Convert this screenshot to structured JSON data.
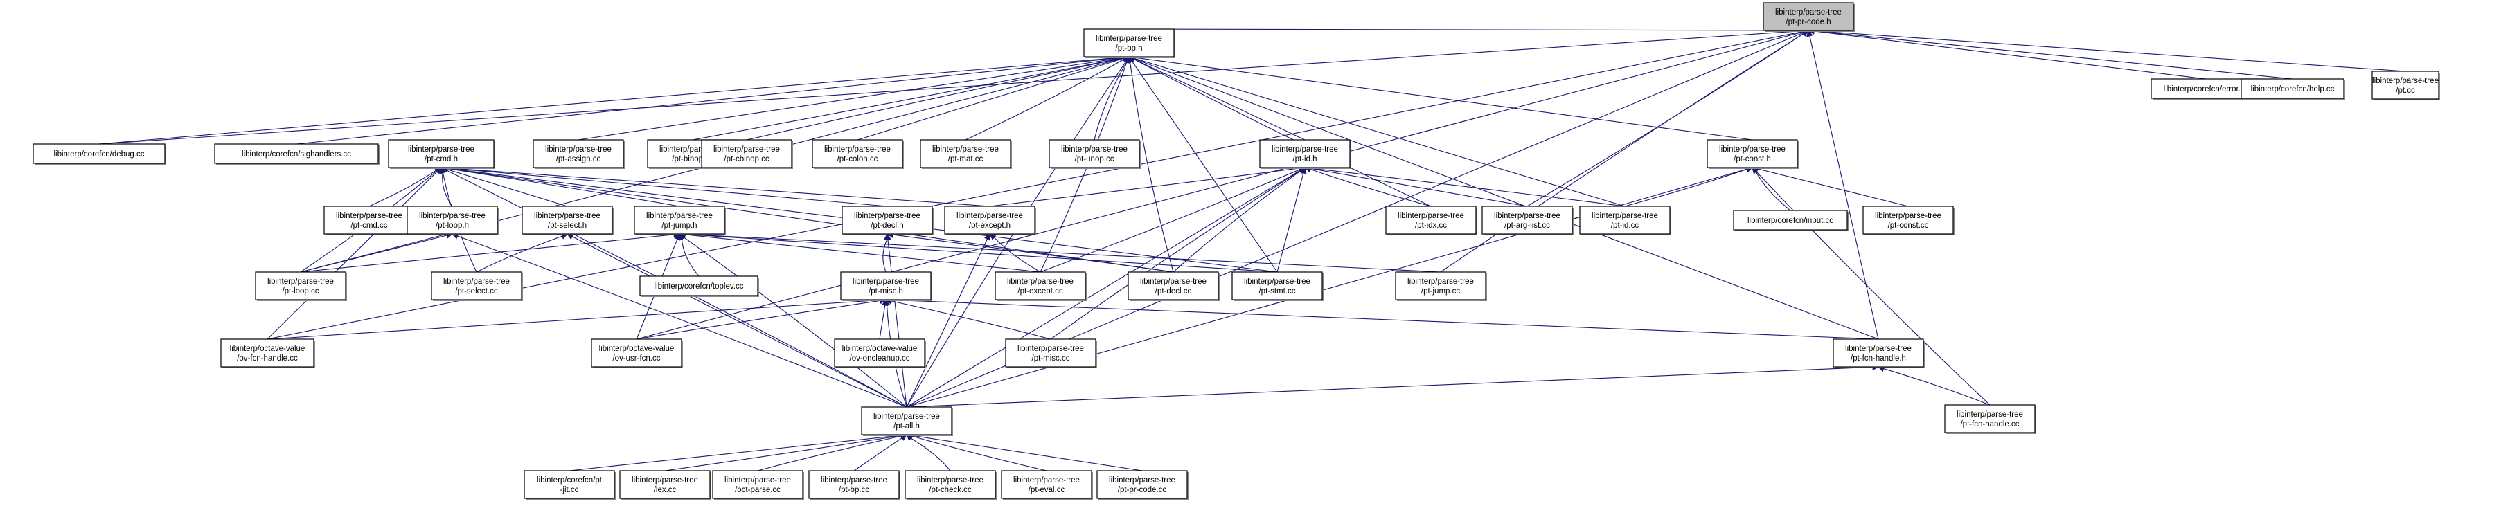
{
  "title": "Include dependency graph for libinterp/parse-tree/pt-pr-code.h",
  "colors": {
    "edge": "#191970",
    "root_fill": "#bfbfbf",
    "node_fill": "#ffffff",
    "border": "#000000"
  },
  "nodes": [
    {
      "id": "pr_code_h",
      "lines": [
        "libinterp/parse-tree",
        "/pt-pr-code.h"
      ],
      "root": true
    },
    {
      "id": "bp_h",
      "lines": [
        "libinterp/parse-tree",
        "/pt-bp.h"
      ]
    },
    {
      "id": "error_cc",
      "lines": [
        "libinterp/corefcn/error.cc"
      ]
    },
    {
      "id": "help_cc",
      "lines": [
        "libinterp/corefcn/help.cc"
      ]
    },
    {
      "id": "pt_cc",
      "lines": [
        "libinterp/parse-tree",
        "/pt.cc"
      ]
    },
    {
      "id": "debug_cc",
      "lines": [
        "libinterp/corefcn/debug.cc"
      ]
    },
    {
      "id": "sighandlers_cc",
      "lines": [
        "libinterp/corefcn/sighandlers.cc"
      ]
    },
    {
      "id": "cmd_h",
      "lines": [
        "libinterp/parse-tree",
        "/pt-cmd.h"
      ]
    },
    {
      "id": "assign_cc",
      "lines": [
        "libinterp/parse-tree",
        "/pt-assign.cc"
      ]
    },
    {
      "id": "binop_cc",
      "lines": [
        "libinterp/parse-tree",
        "/pt-binop.cc"
      ]
    },
    {
      "id": "cbinop_cc",
      "lines": [
        "libinterp/parse-tree",
        "/pt-cbinop.cc"
      ]
    },
    {
      "id": "colon_cc",
      "lines": [
        "libinterp/parse-tree",
        "/pt-colon.cc"
      ]
    },
    {
      "id": "mat_cc",
      "lines": [
        "libinterp/parse-tree",
        "/pt-mat.cc"
      ]
    },
    {
      "id": "unop_cc",
      "lines": [
        "libinterp/parse-tree",
        "/pt-unop.cc"
      ]
    },
    {
      "id": "id_h",
      "lines": [
        "libinterp/parse-tree",
        "/pt-id.h"
      ]
    },
    {
      "id": "const_h",
      "lines": [
        "libinterp/parse-tree",
        "/pt-const.h"
      ]
    },
    {
      "id": "cmd_cc",
      "lines": [
        "libinterp/parse-tree",
        "/pt-cmd.cc"
      ]
    },
    {
      "id": "loop_h",
      "lines": [
        "libinterp/parse-tree",
        "/pt-loop.h"
      ]
    },
    {
      "id": "select_h",
      "lines": [
        "libinterp/parse-tree",
        "/pt-select.h"
      ]
    },
    {
      "id": "jump_h",
      "lines": [
        "libinterp/parse-tree",
        "/pt-jump.h"
      ]
    },
    {
      "id": "decl_h",
      "lines": [
        "libinterp/parse-tree",
        "/pt-decl.h"
      ]
    },
    {
      "id": "except_h",
      "lines": [
        "libinterp/parse-tree",
        "/pt-except.h"
      ]
    },
    {
      "id": "idx_cc",
      "lines": [
        "libinterp/parse-tree",
        "/pt-idx.cc"
      ]
    },
    {
      "id": "arg_list_cc",
      "lines": [
        "libinterp/parse-tree",
        "/pt-arg-list.cc"
      ]
    },
    {
      "id": "id_cc",
      "lines": [
        "libinterp/parse-tree",
        "/pt-id.cc"
      ]
    },
    {
      "id": "input_cc",
      "lines": [
        "libinterp/corefcn/input.cc"
      ]
    },
    {
      "id": "const_cc",
      "lines": [
        "libinterp/parse-tree",
        "/pt-const.cc"
      ]
    },
    {
      "id": "loop_cc",
      "lines": [
        "libinterp/parse-tree",
        "/pt-loop.cc"
      ]
    },
    {
      "id": "select_cc",
      "lines": [
        "libinterp/parse-tree",
        "/pt-select.cc"
      ]
    },
    {
      "id": "toplev_cc",
      "lines": [
        "libinterp/corefcn/toplev.cc"
      ]
    },
    {
      "id": "misc_h",
      "lines": [
        "libinterp/parse-tree",
        "/pt-misc.h"
      ]
    },
    {
      "id": "except_cc",
      "lines": [
        "libinterp/parse-tree",
        "/pt-except.cc"
      ]
    },
    {
      "id": "decl_cc",
      "lines": [
        "libinterp/parse-tree",
        "/pt-decl.cc"
      ]
    },
    {
      "id": "stmt_cc",
      "lines": [
        "libinterp/parse-tree",
        "/pt-stmt.cc"
      ]
    },
    {
      "id": "jump_cc",
      "lines": [
        "libinterp/parse-tree",
        "/pt-jump.cc"
      ]
    },
    {
      "id": "ov_fcn_handle_cc",
      "lines": [
        "libinterp/octave-value",
        "/ov-fcn-handle.cc"
      ]
    },
    {
      "id": "ov_usr_fcn_cc",
      "lines": [
        "libinterp/octave-value",
        "/ov-usr-fcn.cc"
      ]
    },
    {
      "id": "ov_oncleanup_cc",
      "lines": [
        "libinterp/octave-value",
        "/ov-oncleanup.cc"
      ]
    },
    {
      "id": "misc_cc",
      "lines": [
        "libinterp/parse-tree",
        "/pt-misc.cc"
      ]
    },
    {
      "id": "fcn_handle_h",
      "lines": [
        "libinterp/parse-tree",
        "/pt-fcn-handle.h"
      ]
    },
    {
      "id": "all_h",
      "lines": [
        "libinterp/parse-tree",
        "/pt-all.h"
      ]
    },
    {
      "id": "fcn_handle_cc",
      "lines": [
        "libinterp/parse-tree",
        "/pt-fcn-handle.cc"
      ]
    },
    {
      "id": "jit_cc",
      "lines": [
        "libinterp/corefcn/pt",
        "-jit.cc"
      ]
    },
    {
      "id": "lex_cc",
      "lines": [
        "libinterp/parse-tree",
        "/lex.cc"
      ]
    },
    {
      "id": "oct_parse_cc",
      "lines": [
        "libinterp/parse-tree",
        "/oct-parse.cc"
      ]
    },
    {
      "id": "bp_cc",
      "lines": [
        "libinterp/parse-tree",
        "/pt-bp.cc"
      ]
    },
    {
      "id": "check_cc",
      "lines": [
        "libinterp/parse-tree",
        "/pt-check.cc"
      ]
    },
    {
      "id": "eval_cc",
      "lines": [
        "libinterp/parse-tree",
        "/pt-eval.cc"
      ]
    },
    {
      "id": "pr_code_cc",
      "lines": [
        "libinterp/parse-tree",
        "/pt-pr-code.cc"
      ]
    }
  ],
  "edges": [
    [
      "bp_h",
      "pr_code_h"
    ],
    [
      "error_cc",
      "pr_code_h"
    ],
    [
      "help_cc",
      "pr_code_h"
    ],
    [
      "pt_cc",
      "pr_code_h"
    ],
    [
      "debug_cc",
      "pr_code_h"
    ],
    [
      "arg_list_cc",
      "pr_code_h"
    ],
    [
      "jump_cc",
      "pr_code_h"
    ],
    [
      "fcn_handle_h",
      "pr_code_h"
    ],
    [
      "ov_fcn_handle_cc",
      "pr_code_h"
    ],
    [
      "ov_usr_fcn_cc",
      "pr_code_h"
    ],
    [
      "all_h",
      "pr_code_h"
    ],
    [
      "debug_cc",
      "bp_h"
    ],
    [
      "sighandlers_cc",
      "bp_h"
    ],
    [
      "assign_cc",
      "bp_h"
    ],
    [
      "binop_cc",
      "bp_h"
    ],
    [
      "cbinop_cc",
      "bp_h"
    ],
    [
      "colon_cc",
      "bp_h"
    ],
    [
      "mat_cc",
      "bp_h"
    ],
    [
      "unop_cc",
      "bp_h"
    ],
    [
      "id_h",
      "bp_h"
    ],
    [
      "const_h",
      "bp_h"
    ],
    [
      "idx_cc",
      "bp_h"
    ],
    [
      "id_cc",
      "bp_h"
    ],
    [
      "except_cc",
      "bp_h"
    ],
    [
      "decl_cc",
      "bp_h"
    ],
    [
      "stmt_cc",
      "bp_h"
    ],
    [
      "loop_cc",
      "bp_h"
    ],
    [
      "all_h",
      "bp_h"
    ],
    [
      "fcn_handle_h",
      "bp_h"
    ],
    [
      "cmd_cc",
      "cmd_h"
    ],
    [
      "loop_h",
      "cmd_h"
    ],
    [
      "select_h",
      "cmd_h"
    ],
    [
      "jump_h",
      "cmd_h"
    ],
    [
      "decl_h",
      "cmd_h"
    ],
    [
      "except_h",
      "cmd_h"
    ],
    [
      "loop_cc",
      "cmd_h"
    ],
    [
      "select_cc",
      "cmd_h"
    ],
    [
      "ov_fcn_handle_cc",
      "cmd_h"
    ],
    [
      "all_h",
      "cmd_h"
    ],
    [
      "stmt_cc",
      "cmd_h"
    ],
    [
      "decl_cc",
      "cmd_h"
    ],
    [
      "except_h",
      "id_h"
    ],
    [
      "idx_cc",
      "id_h"
    ],
    [
      "arg_list_cc",
      "id_h"
    ],
    [
      "id_cc",
      "id_h"
    ],
    [
      "decl_cc",
      "id_h"
    ],
    [
      "stmt_cc",
      "id_h"
    ],
    [
      "except_cc",
      "id_h"
    ],
    [
      "misc_cc",
      "id_h"
    ],
    [
      "all_h",
      "id_h"
    ],
    [
      "id_cc",
      "const_h"
    ],
    [
      "input_cc",
      "const_h"
    ],
    [
      "const_cc",
      "const_h"
    ],
    [
      "all_h",
      "const_h"
    ],
    [
      "fcn_handle_cc",
      "const_h"
    ],
    [
      "loop_cc",
      "loop_h"
    ],
    [
      "all_h",
      "loop_h"
    ],
    [
      "select_cc",
      "select_h"
    ],
    [
      "all_h",
      "select_h"
    ],
    [
      "loop_cc",
      "jump_h"
    ],
    [
      "toplev_cc",
      "jump_h"
    ],
    [
      "ov_usr_fcn_cc",
      "jump_h"
    ],
    [
      "all_h",
      "jump_h"
    ],
    [
      "jump_cc",
      "jump_h"
    ],
    [
      "stmt_cc",
      "jump_h"
    ],
    [
      "except_cc",
      "jump_h"
    ],
    [
      "misc_h",
      "decl_h"
    ],
    [
      "all_h",
      "decl_h"
    ],
    [
      "decl_cc",
      "decl_h"
    ],
    [
      "except_cc",
      "except_h"
    ],
    [
      "all_h",
      "except_h"
    ],
    [
      "ov_fcn_handle_cc",
      "misc_h"
    ],
    [
      "ov_usr_fcn_cc",
      "misc_h"
    ],
    [
      "ov_oncleanup_cc",
      "misc_h"
    ],
    [
      "misc_cc",
      "misc_h"
    ],
    [
      "all_h",
      "misc_h"
    ],
    [
      "fcn_handle_h",
      "misc_h"
    ],
    [
      "fcn_handle_cc",
      "fcn_handle_h"
    ],
    [
      "all_h",
      "fcn_handle_h"
    ],
    [
      "jit_cc",
      "all_h"
    ],
    [
      "lex_cc",
      "all_h"
    ],
    [
      "oct_parse_cc",
      "all_h"
    ],
    [
      "bp_cc",
      "all_h"
    ],
    [
      "check_cc",
      "all_h"
    ],
    [
      "eval_cc",
      "all_h"
    ],
    [
      "pr_code_cc",
      "all_h"
    ]
  ]
}
